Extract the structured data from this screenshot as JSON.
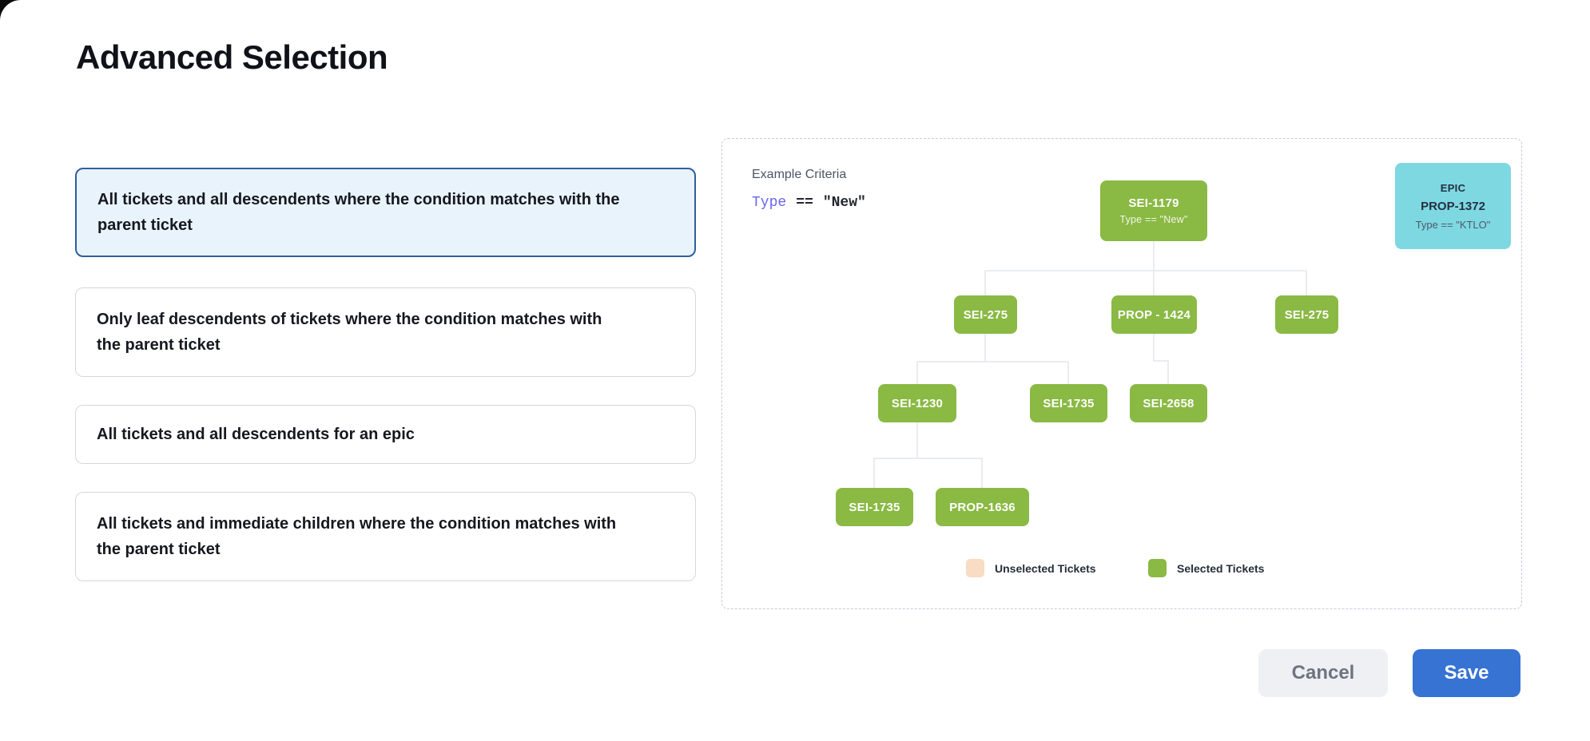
{
  "page": {
    "title": "Advanced Selection"
  },
  "options": [
    {
      "label": "All tickets and all descendents where the condition matches with the parent ticket",
      "selected": true
    },
    {
      "label": "Only leaf descendents of tickets where the condition matches with the parent ticket",
      "selected": false
    },
    {
      "label": "All tickets and all descendents for an epic",
      "selected": false
    },
    {
      "label": "All tickets and immediate children where the condition matches with the parent ticket",
      "selected": false
    }
  ],
  "diagram": {
    "example_criteria_label": "Example Criteria",
    "condition": {
      "field": "Type",
      "operator": "==",
      "value": "\"New\""
    },
    "epic_card": {
      "type_label": "EPIC",
      "id": "PROP-1372",
      "condition": "Type == \"KTLO\""
    },
    "tree": {
      "root": {
        "id": "SEI-1179",
        "condition": "Type == \"New\""
      },
      "nodes": [
        "SEI-275",
        "PROP - 1424",
        "SEI-275",
        "SEI-1230",
        "SEI-1735",
        "SEI-2658",
        "SEI-1735",
        "PROP-1636"
      ]
    },
    "legend": [
      {
        "label": "Unselected Tickets",
        "color": "#f8dcc4"
      },
      {
        "label": "Selected Tickets",
        "color": "#8ab944"
      }
    ]
  },
  "footer": {
    "cancel_label": "Cancel",
    "save_label": "Save"
  },
  "colors": {
    "selected_node_green": "#8ab944",
    "epic_cyan": "#7ed8e2",
    "selected_card_border": "#2d5f9f",
    "selected_card_bg": "#e9f3fc",
    "save_button_blue": "#3673d3",
    "code_field_purple": "#6b63f0"
  }
}
